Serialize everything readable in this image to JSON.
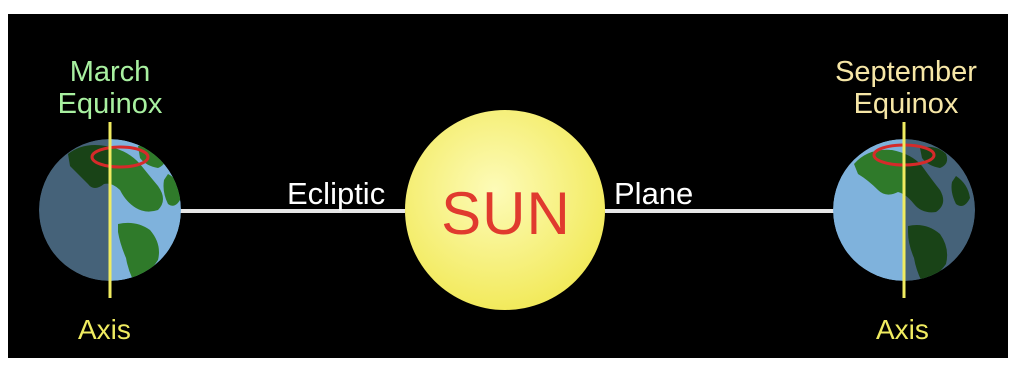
{
  "labels": {
    "march_equinox": [
      "March",
      "Equinox"
    ],
    "september_equinox": [
      "September",
      "Equinox"
    ],
    "axis_left": "Axis",
    "axis_right": "Axis",
    "ecliptic": "Ecliptic",
    "plane": "Plane",
    "sun": "SUN"
  },
  "colors": {
    "background": "#000000",
    "sun_fill": "#f7f07a",
    "sun_text": "#e03a2e",
    "axis": "#f0ec60",
    "march_label": "#a8f0a0",
    "september_label": "#f6e6a6",
    "ecliptic_line": "#e6e6e6",
    "ocean": "#7fb2dc",
    "land": "#2f7a2a",
    "arctic_circle": "#d62a2a"
  }
}
